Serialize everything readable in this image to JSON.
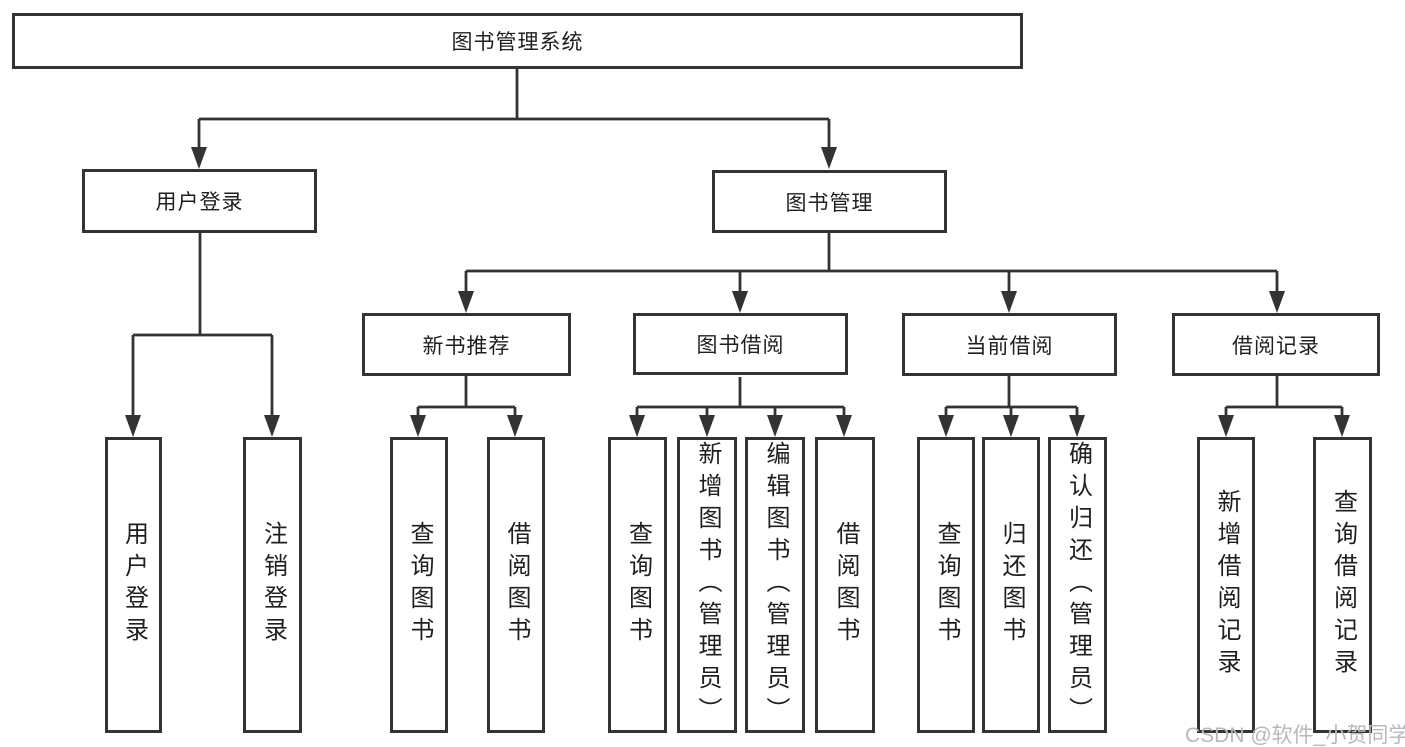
{
  "diagram": {
    "root": {
      "label": "图书管理系统"
    },
    "branches": [
      {
        "label": "用户登录",
        "children": [
          {
            "label": "用户登录"
          },
          {
            "label": "注销登录"
          }
        ]
      },
      {
        "label": "图书管理",
        "children": [
          {
            "label": "新书推荐",
            "children": [
              {
                "label": "查询图书"
              },
              {
                "label": "借阅图书"
              }
            ]
          },
          {
            "label": "图书借阅",
            "children": [
              {
                "label": "查询图书"
              },
              {
                "label": "新增图书（管理员）"
              },
              {
                "label": "编辑图书（管理员）"
              },
              {
                "label": "借阅图书"
              }
            ]
          },
          {
            "label": "当前借阅",
            "children": [
              {
                "label": "查询图书"
              },
              {
                "label": "归还图书"
              },
              {
                "label": "确认归还（管理员）"
              }
            ]
          },
          {
            "label": "借阅记录",
            "children": [
              {
                "label": "新增借阅记录"
              },
              {
                "label": "查询借阅记录"
              }
            ]
          }
        ]
      }
    ]
  },
  "watermark": {
    "text": "CSDN @软件_小贺同学"
  },
  "colors": {
    "line": "#333333",
    "text": "#1f1f1f",
    "watermark": "#b5b9bf",
    "background": "#ffffff"
  }
}
